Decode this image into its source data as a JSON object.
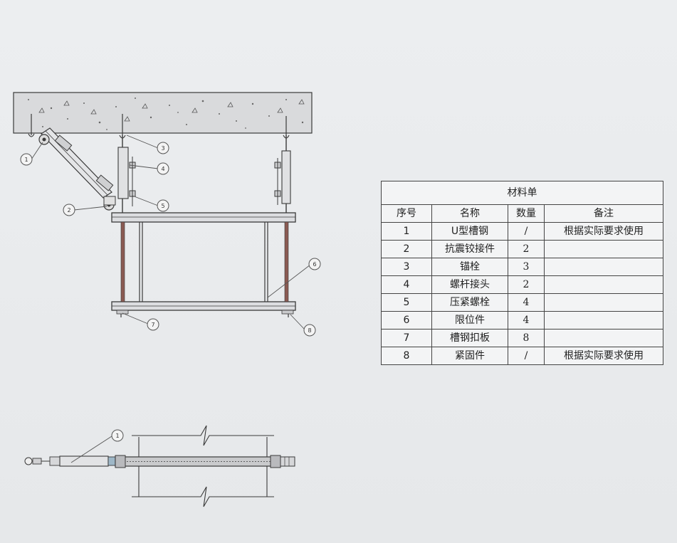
{
  "material_list": {
    "title": "材料单",
    "headers": [
      "序号",
      "名称",
      "数量",
      "备注"
    ],
    "rows": [
      {
        "no": "1",
        "name": "U型槽钢",
        "qty": "/",
        "note": "根据实际要求使用"
      },
      {
        "no": "2",
        "name": "抗震铰接件",
        "qty": "2",
        "note": ""
      },
      {
        "no": "3",
        "name": "锚栓",
        "qty": "3",
        "note": ""
      },
      {
        "no": "4",
        "name": "螺杆接头",
        "qty": "2",
        "note": ""
      },
      {
        "no": "5",
        "name": "压紧螺栓",
        "qty": "4",
        "note": ""
      },
      {
        "no": "6",
        "name": "限位件",
        "qty": "4",
        "note": ""
      },
      {
        "no": "7",
        "name": "槽钢扣板",
        "qty": "8",
        "note": ""
      },
      {
        "no": "8",
        "name": "紧固件",
        "qty": "/",
        "note": "根据实际要求使用"
      }
    ]
  },
  "callouts": {
    "c1": "1",
    "c2": "2",
    "c3": "3",
    "c4": "4",
    "c5": "5",
    "c6": "6",
    "c7": "7",
    "c8": "8",
    "plan_c1": "1"
  },
  "colors": {
    "line": "#3a3a3a",
    "concrete": "#d9dadc",
    "rod": "#8a5a52",
    "background": "#e9eaec"
  }
}
